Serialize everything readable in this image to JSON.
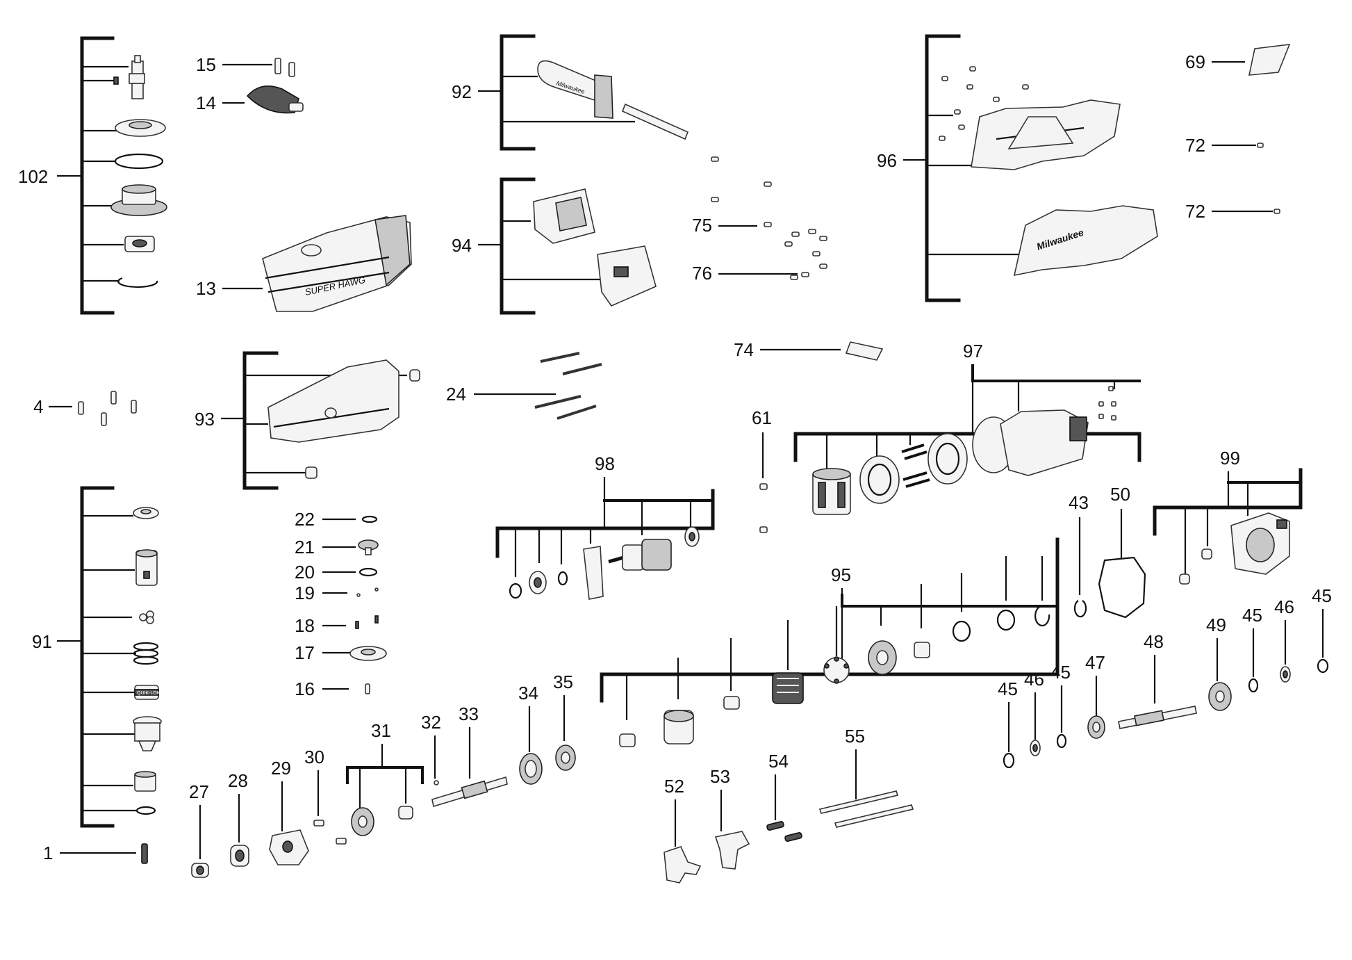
{
  "diagram": {
    "callouts": {
      "c1": "1",
      "c4": "4",
      "c13": "13",
      "c14": "14",
      "c15": "15",
      "c16": "16",
      "c17": "17",
      "c18": "18",
      "c19": "19",
      "c20": "20",
      "c21": "21",
      "c22": "22",
      "c24": "24",
      "c27": "27",
      "c28": "28",
      "c29": "29",
      "c30": "30",
      "c31": "31",
      "c32": "32",
      "c33": "33",
      "c34": "34",
      "c35": "35",
      "c43": "43",
      "c45a": "45",
      "c45b": "45",
      "c45c": "45",
      "c45d": "45",
      "c46a": "46",
      "c46b": "46",
      "c47": "47",
      "c48": "48",
      "c49": "49",
      "c50": "50",
      "c52": "52",
      "c53": "53",
      "c54": "54",
      "c55": "55",
      "c61": "61",
      "c69": "69",
      "c72a": "72",
      "c72b": "72",
      "c74": "74",
      "c75": "75",
      "c76": "76",
      "c91": "91",
      "c92": "92",
      "c93": "93",
      "c94": "94",
      "c95": "95",
      "c96": "96",
      "c97": "97",
      "c98": "98",
      "c99": "99",
      "c102": "102"
    },
    "printed_marks": {
      "handle_logo": "Milwaukee",
      "housing_logo": "Milwaukee",
      "gearbox_logo": "SUPER HAWG",
      "collar_text": "QUIK-LOK"
    }
  }
}
